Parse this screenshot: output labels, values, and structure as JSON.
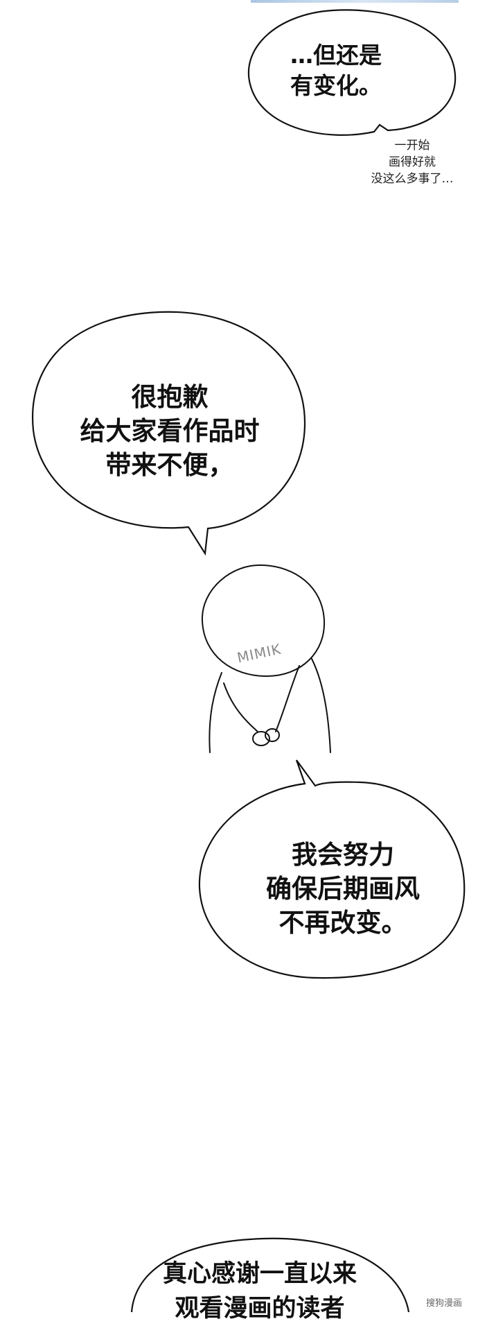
{
  "bubbles": {
    "top": {
      "lines": [
        "…但还是",
        "有变化。"
      ]
    },
    "apology": {
      "lines": [
        "很抱歉",
        "给大家看作品时",
        "带来不便，"
      ]
    },
    "promise": {
      "lines": [
        "我会努力",
        "确保后期画风",
        "不再改变。"
      ]
    },
    "thanks": {
      "lines": [
        "真心感谢一直以来",
        "观看漫画的读者"
      ]
    }
  },
  "side_note": {
    "lines": [
      "一开始",
      "画得好就",
      "没这么多事了…"
    ]
  },
  "watermark": "MIMIK",
  "corner_mark": "搜狗漫画"
}
